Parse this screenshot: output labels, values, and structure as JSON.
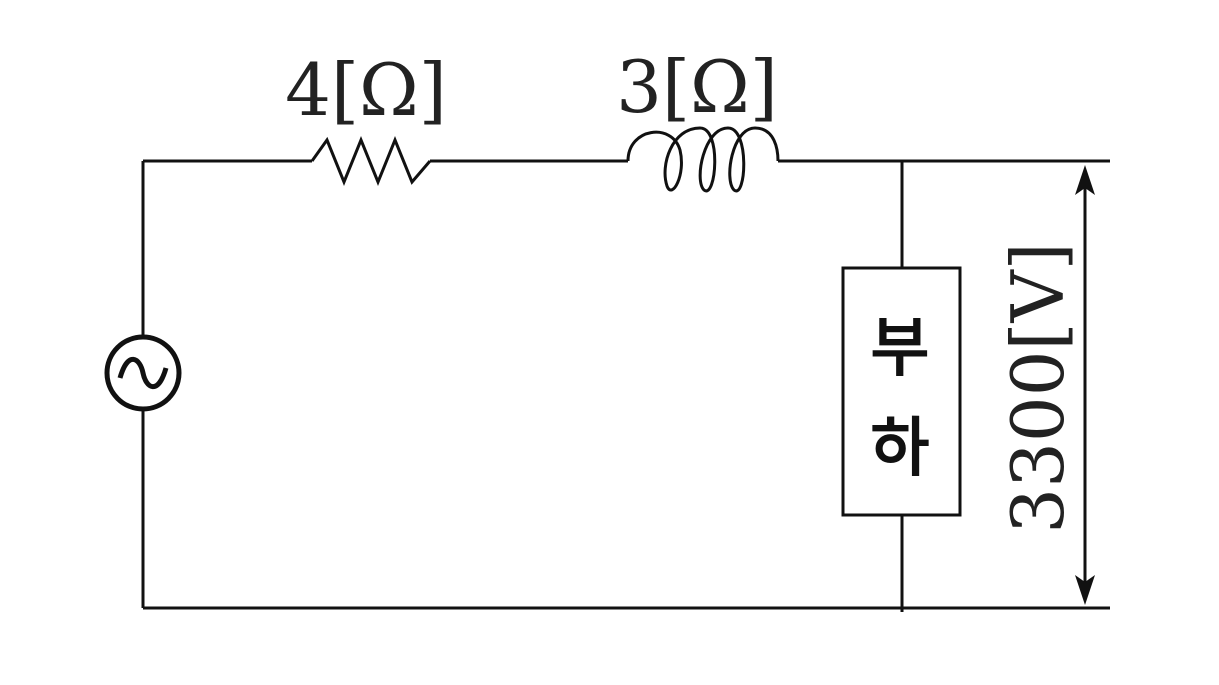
{
  "diagram": {
    "resistor_label": "4[Ω]",
    "inductor_label": "3[Ω]",
    "load_label_top": "부",
    "load_label_bottom": "하",
    "voltage_label": "3300[V]",
    "source_icon": "ac-source-icon"
  }
}
